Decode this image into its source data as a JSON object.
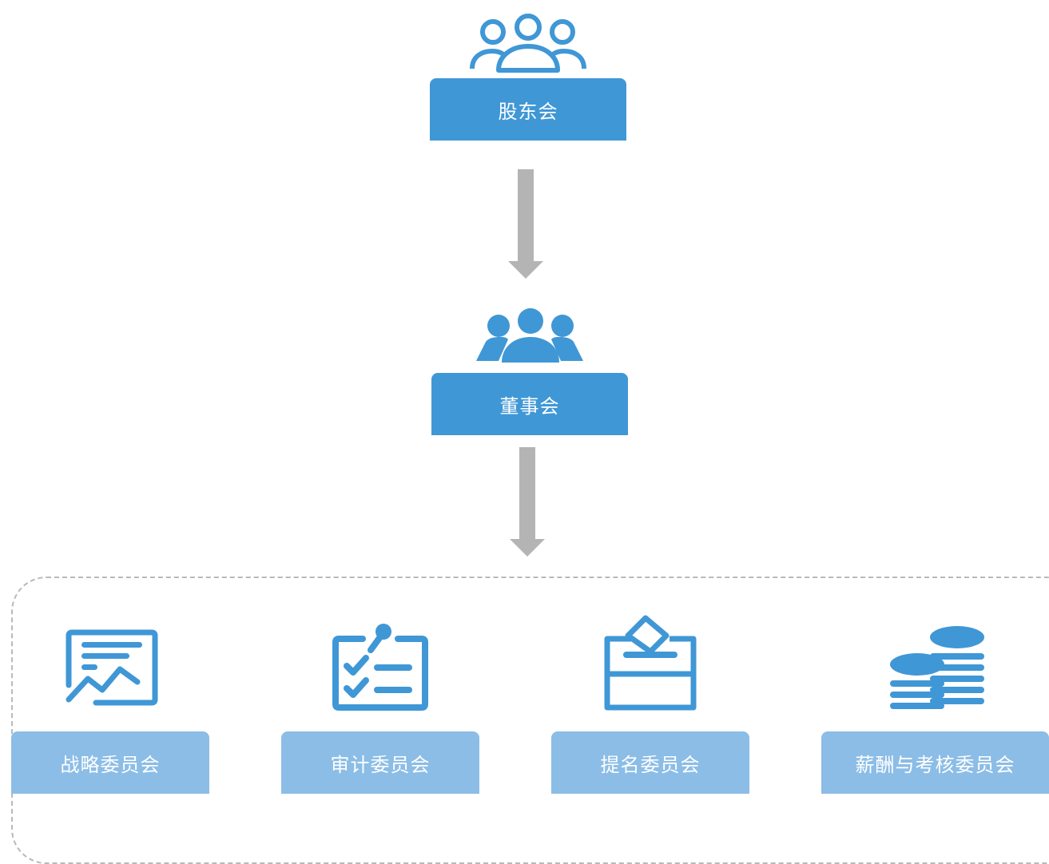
{
  "diagram": {
    "top": {
      "label": "股东会"
    },
    "middle": {
      "label": "董事会"
    },
    "committees": [
      {
        "label": "战略委员会",
        "icon": "strategy-chart-icon"
      },
      {
        "label": "审计委员会",
        "icon": "audit-checklist-icon"
      },
      {
        "label": "提名委员会",
        "icon": "ballot-box-icon"
      },
      {
        "label": "薪酬与考核委员会",
        "icon": "coin-stack-icon"
      }
    ],
    "colors": {
      "primary": "#3f97d6",
      "committee": "#8bbde6",
      "arrow": "#b4b4b4",
      "dashed_frame": "#b9b9b9"
    }
  }
}
